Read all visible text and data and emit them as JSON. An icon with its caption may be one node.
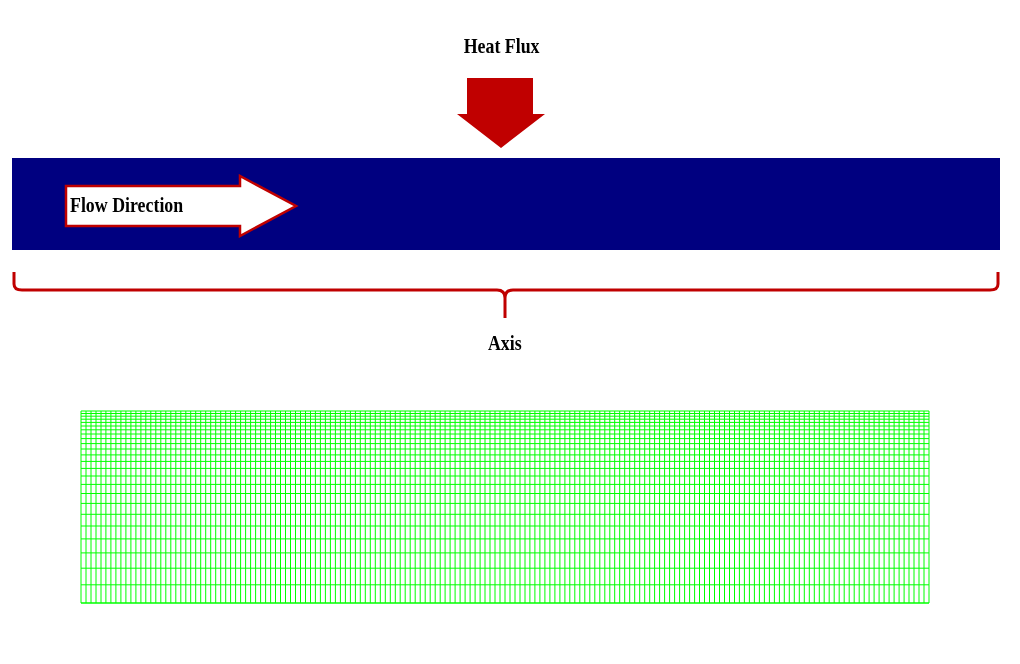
{
  "diagram": {
    "nodes": [
      {
        "text": [
          "Flow Direction"
        ]
      }
    ],
    "labels": [
      "Heat Flux",
      "Axis"
    ]
  }
}
